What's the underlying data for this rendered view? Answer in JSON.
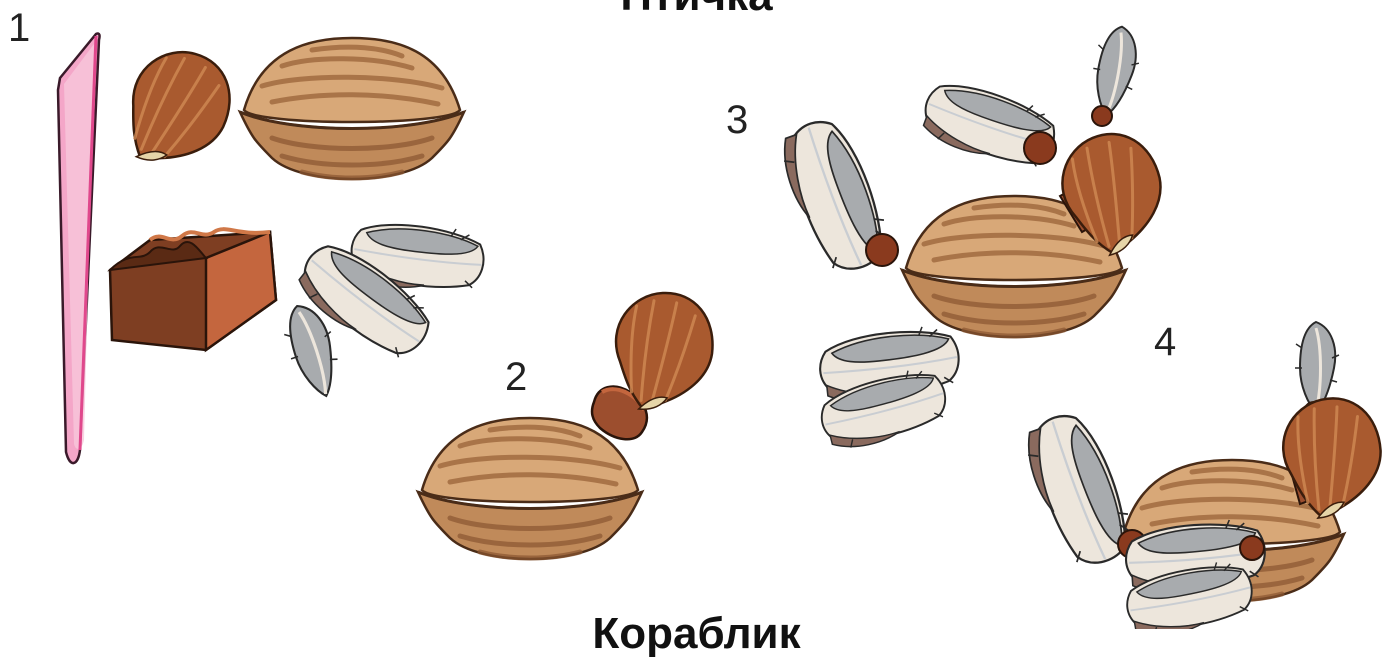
{
  "header": {
    "title": "Птичка"
  },
  "footer": {
    "title": "Кораблик"
  },
  "steps": [
    "1",
    "2",
    "3",
    "4"
  ],
  "icons": {
    "stick": "modeling-stick-icon",
    "hazelnut": "hazelnut-icon",
    "walnut": "walnut-icon",
    "clay": "plasticine-block-icon",
    "feather": "feather-icon"
  },
  "colors": {
    "walnut_light": "#D8A878",
    "walnut_dark": "#8E5A32",
    "hazelnut": "#A95A2F",
    "clay": "#9C4E2E",
    "feather_white": "#EDE6DC",
    "feather_grey": "#A8ABAE",
    "feather_brown": "#8A6A5E",
    "stick_pink": "#F4A6C8"
  }
}
